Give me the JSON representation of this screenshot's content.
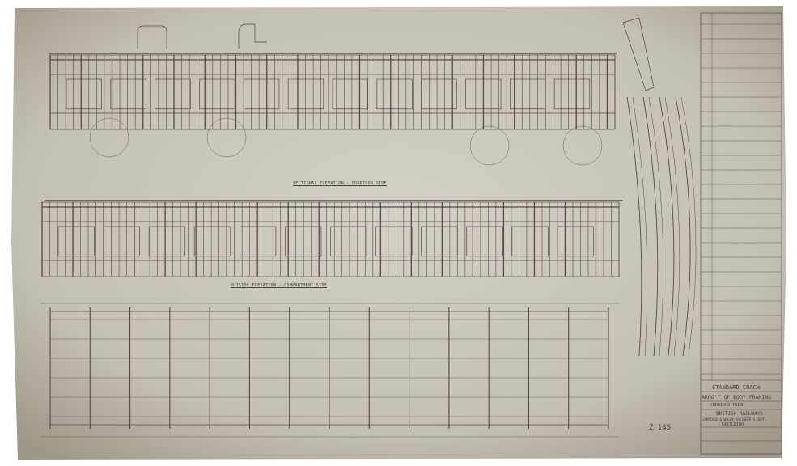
{
  "drawing": {
    "views": {
      "upper": "SECTIONAL ELEVATION - CORRIDOR SIDE",
      "lower": "OUTSIDE ELEVATION - COMPARTMENT SIDE"
    },
    "title_block": {
      "line1": "STANDARD COACH",
      "line2": "ARRG'T OF BODY FRAMING",
      "line3": "CORRIDOR THIRD",
      "line4": "BRITISH RAILWAYS",
      "line5": "CARRIAGE & WAGON ENGINEER'S DEPT.",
      "line6": "EASTLEIGH"
    },
    "drawing_number": "Z 145"
  },
  "colors": {
    "paper": "#c9c5b9",
    "ink": "#5a4846",
    "background": "#ffffff"
  }
}
